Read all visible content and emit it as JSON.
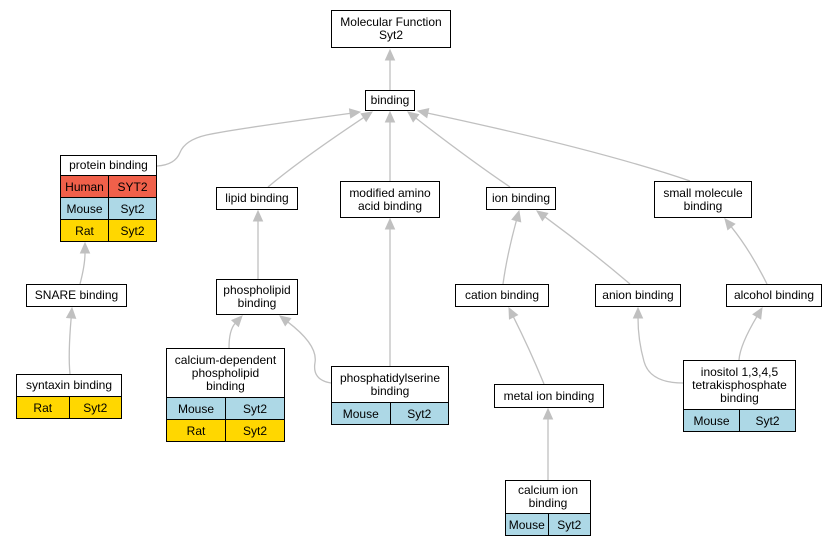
{
  "diagram": {
    "nodes": {
      "molecular_function": {
        "label": "Molecular Function\nSyt2",
        "rows": []
      },
      "binding": {
        "label": "binding",
        "rows": []
      },
      "protein_binding": {
        "label": "protein binding",
        "rows": [
          {
            "species": "Human",
            "gene": "SYT2",
            "color": "#f0604a"
          },
          {
            "species": "Mouse",
            "gene": "Syt2",
            "color": "#add8e6"
          },
          {
            "species": "Rat",
            "gene": "Syt2",
            "color": "#ffd700"
          }
        ]
      },
      "lipid_binding": {
        "label": "lipid binding",
        "rows": []
      },
      "modified_amino_acid_binding": {
        "label": "modified amino\nacid binding",
        "rows": []
      },
      "ion_binding": {
        "label": "ion binding",
        "rows": []
      },
      "small_molecule_binding": {
        "label": "small molecule\nbinding",
        "rows": []
      },
      "snare_binding": {
        "label": "SNARE binding",
        "rows": []
      },
      "phospholipid_binding": {
        "label": "phospholipid\nbinding",
        "rows": []
      },
      "cation_binding": {
        "label": "cation binding",
        "rows": []
      },
      "anion_binding": {
        "label": "anion binding",
        "rows": []
      },
      "alcohol_binding": {
        "label": "alcohol binding",
        "rows": []
      },
      "syntaxin_binding": {
        "label": "syntaxin binding",
        "rows": [
          {
            "species": "Rat",
            "gene": "Syt2",
            "color": "#ffd700"
          }
        ]
      },
      "calcium_dependent_phospholipid_binding": {
        "label": "calcium-dependent\nphospholipid\nbinding",
        "rows": [
          {
            "species": "Mouse",
            "gene": "Syt2",
            "color": "#add8e6"
          },
          {
            "species": "Rat",
            "gene": "Syt2",
            "color": "#ffd700"
          }
        ]
      },
      "phosphatidylserine_binding": {
        "label": "phosphatidylserine\nbinding",
        "rows": [
          {
            "species": "Mouse",
            "gene": "Syt2",
            "color": "#add8e6"
          }
        ]
      },
      "metal_ion_binding": {
        "label": "metal ion binding",
        "rows": []
      },
      "inositol_tetrakisphosphate_binding": {
        "label": "inositol 1,3,4,5\ntetrakisphosphate\nbinding",
        "rows": [
          {
            "species": "Mouse",
            "gene": "Syt2",
            "color": "#add8e6"
          }
        ]
      },
      "calcium_ion_binding": {
        "label": "calcium ion\nbinding",
        "rows": [
          {
            "species": "Mouse",
            "gene": "Syt2",
            "color": "#add8e6"
          }
        ]
      }
    },
    "edges": [
      {
        "from": "binding",
        "to": "molecular_function"
      },
      {
        "from": "protein_binding",
        "to": "binding"
      },
      {
        "from": "lipid_binding",
        "to": "binding"
      },
      {
        "from": "modified_amino_acid_binding",
        "to": "binding"
      },
      {
        "from": "ion_binding",
        "to": "binding"
      },
      {
        "from": "small_molecule_binding",
        "to": "binding"
      },
      {
        "from": "snare_binding",
        "to": "protein_binding"
      },
      {
        "from": "syntaxin_binding",
        "to": "snare_binding"
      },
      {
        "from": "phospholipid_binding",
        "to": "lipid_binding"
      },
      {
        "from": "calcium_dependent_phospholipid_binding",
        "to": "phospholipid_binding"
      },
      {
        "from": "phosphatidylserine_binding",
        "to": "phospholipid_binding"
      },
      {
        "from": "phosphatidylserine_binding",
        "to": "modified_amino_acid_binding"
      },
      {
        "from": "cation_binding",
        "to": "ion_binding"
      },
      {
        "from": "anion_binding",
        "to": "ion_binding"
      },
      {
        "from": "metal_ion_binding",
        "to": "cation_binding"
      },
      {
        "from": "calcium_ion_binding",
        "to": "metal_ion_binding"
      },
      {
        "from": "alcohol_binding",
        "to": "small_molecule_binding"
      },
      {
        "from": "inositol_tetrakisphosphate_binding",
        "to": "alcohol_binding"
      },
      {
        "from": "inositol_tetrakisphosphate_binding",
        "to": "anion_binding"
      }
    ]
  }
}
